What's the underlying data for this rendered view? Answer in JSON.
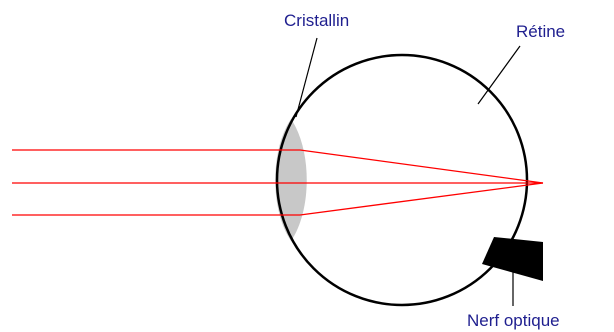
{
  "labels": {
    "lens": "Cristallin",
    "retina": "Rétine",
    "optic_nerve": "Nerf optique"
  },
  "colors": {
    "label_text": "#1f1f8f",
    "light_rays": "#ff0000",
    "eye_outline": "#000000",
    "lens_fill": "#c8c8c8",
    "optic_nerve_fill": "#000000"
  }
}
